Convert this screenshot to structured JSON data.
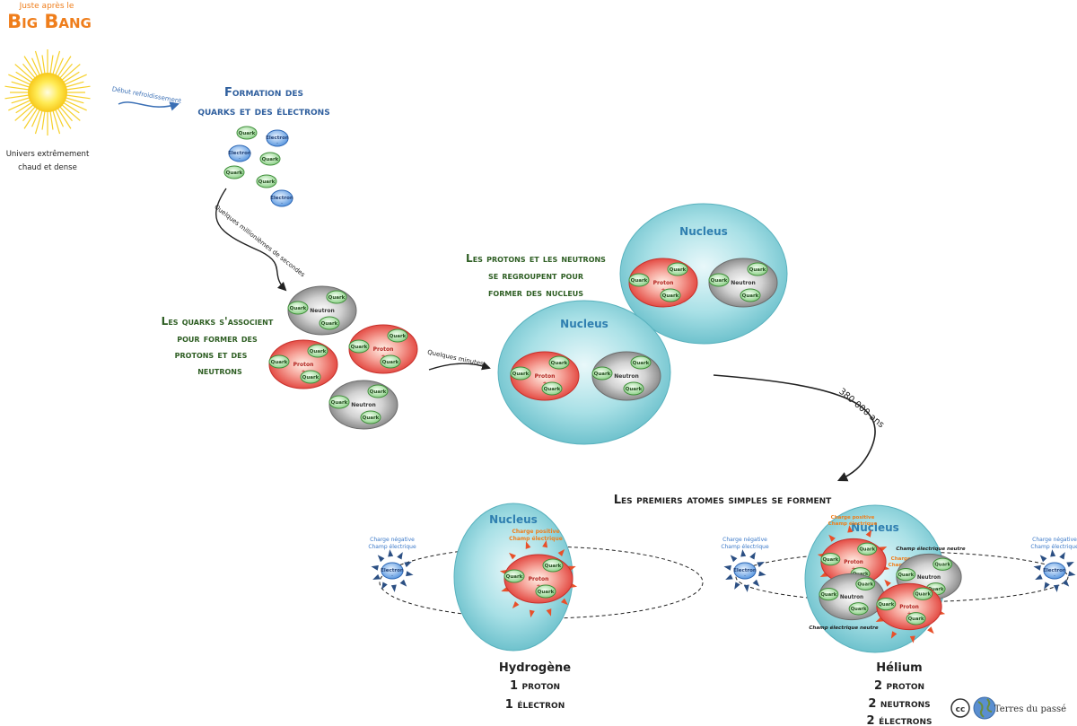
{
  "header": {
    "pre_title": "Juste après le",
    "title": "Big Bang"
  },
  "universe_caption_line1": "Univers extrêmement",
  "universe_caption_line2": "chaud et dense",
  "arrows": {
    "cooling": "Début refroidissement",
    "millionths": "Quelques millionièmes de secondes",
    "minutes": "Quelques minutes",
    "years": "380 000 ans"
  },
  "steps": {
    "quarks_electrons": [
      "Formation des",
      "quarks et des électrons"
    ],
    "protons_neutrons": [
      "Les quarks s'associent",
      "pour former des",
      "protons et des",
      "neutrons"
    ],
    "nucleus_formation": [
      "Les protons et les neutrons",
      "se regroupent pour",
      "former des nucleus"
    ],
    "atoms": "Les premiers atomes simples se forment"
  },
  "particles": {
    "quark": "Quark",
    "electron": "Electron",
    "proton": "Proton",
    "neutron": "Neutron",
    "nucleus": "Nucleus",
    "plus": "+",
    "minus": "-"
  },
  "fields": {
    "negative_charge": "Charge négative",
    "electric_field": "Champ électrique",
    "positive_charge": "Charge positive",
    "neutral_field": "Champ électrique neutre"
  },
  "atoms": {
    "hydrogen": {
      "name": "Hydrogène",
      "line2": "1 proton",
      "line3": "1 électron"
    },
    "helium": {
      "name": "Hélium",
      "line2": "2 proton",
      "line3": "2 neutrons",
      "line4": "2 électrons"
    }
  },
  "credit": {
    "cc": "cc",
    "site": "Terres du passé"
  },
  "colors": {
    "title_blue": "#2f5f9e",
    "title_green": "#2e5e23",
    "accent_orange": "#ef7e1c",
    "proton_red": "#e8443e",
    "neutron_grey": "#8c8c8c",
    "nucleus_cyan": "#7fcfd8",
    "electron_blue": "#6aa6e6",
    "quark_green": "#8fd18a"
  }
}
